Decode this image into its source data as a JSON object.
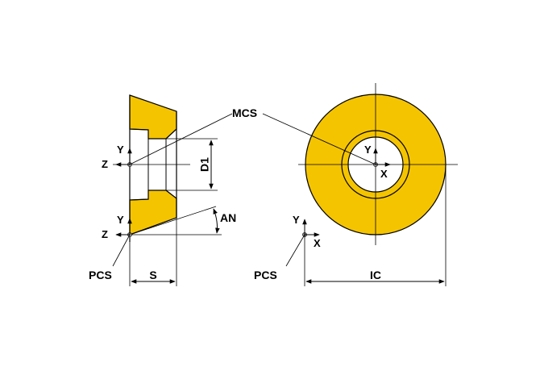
{
  "labels": {
    "mcs": "MCS",
    "pcs_left": "PCS",
    "pcs_right": "PCS",
    "d1": "D1",
    "an": "AN",
    "s": "S",
    "ic": "IC",
    "y_side_mcs": "Y",
    "z_side_mcs": "Z",
    "y_side_pcs": "Y",
    "z_side_pcs": "Z",
    "y_front_mcs": "Y",
    "x_front_mcs": "X",
    "y_front_pcs": "Y",
    "x_front_pcs": "X"
  },
  "colors": {
    "insert_fill": "#F5C400",
    "line": "#000000",
    "axis_point": "#8c8c8c"
  }
}
